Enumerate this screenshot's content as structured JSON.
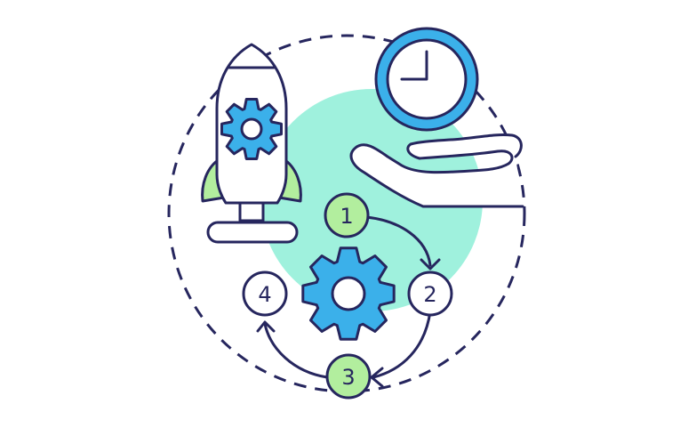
{
  "illustration": {
    "steps": [
      {
        "label": "1",
        "color": "#b2ee9e"
      },
      {
        "label": "2",
        "color": "#ffffff"
      },
      {
        "label": "3",
        "color": "#b2ee9e"
      },
      {
        "label": "4",
        "color": "#ffffff"
      }
    ],
    "icons": [
      "rocket-icon",
      "gear-icon",
      "clock-icon",
      "open-hand-icon",
      "cycle-arrows-icon"
    ]
  },
  "colors": {
    "outline": "#26265e",
    "accent_blue": "#3bb0ea",
    "accent_mint": "#9ff1dd",
    "accent_green": "#b2ee9e",
    "background": "#ffffff"
  }
}
